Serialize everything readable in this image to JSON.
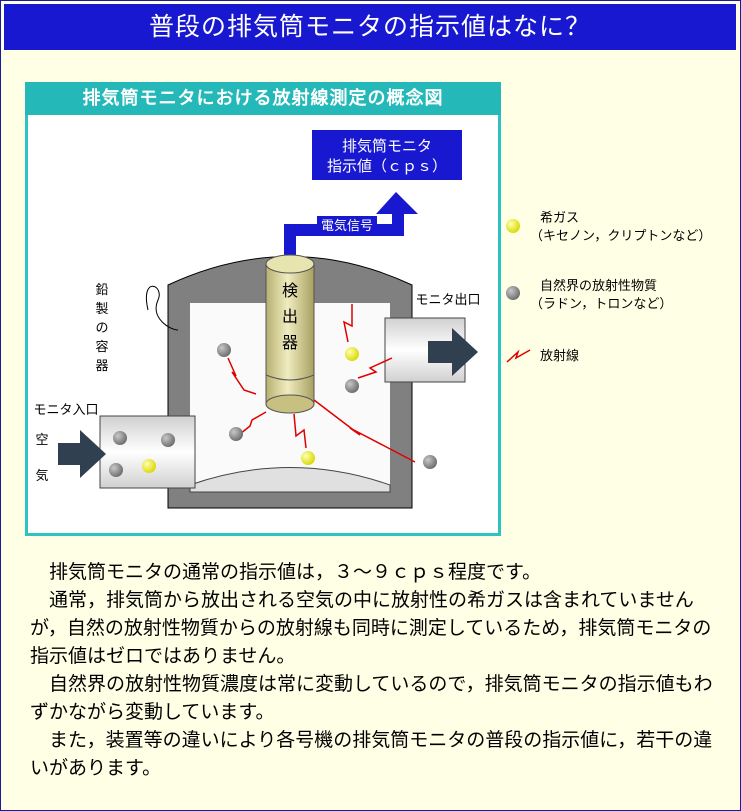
{
  "page": {
    "title": "普段の排気筒モニタの指示値はなに？"
  },
  "diagram": {
    "title": "排気筒モニタにおける放射線測定の概念図",
    "readout_line1": "排気筒モニタ",
    "readout_line2": "指示値（ｃｐｓ）",
    "signal_label": "電気信号",
    "detector_chars": [
      "検",
      "出",
      "器"
    ],
    "container_chars": [
      "鉛",
      "製",
      "の",
      "容",
      "器"
    ],
    "inlet_label": "モニタ入口",
    "air_chars": [
      "空",
      "気"
    ],
    "outlet_label": "モニタ出口",
    "colors": {
      "title_bar": "#1818d0",
      "diagram_title": "#24b8b8",
      "noble_gas": "#e8e800",
      "natural": "#808080",
      "radiation": "#e00000"
    }
  },
  "legend": {
    "noble_gas_label": "希ガス",
    "noble_gas_examples": "（キセノン，クリプトンなど）",
    "natural_label": "自然界の放射性物質",
    "natural_examples": "（ラドン，トロンなど）",
    "radiation_label": "放射線"
  },
  "text": {
    "p1": "排気筒モニタの通常の指示値は，３～９ｃｐｓ程度です。",
    "p2": "通常，排気筒から放出される空気の中に放射性の希ガスは含まれていませんが，自然の放射性物質からの放射線も同時に測定しているため，排気筒モニタの指示値はゼロではありません。",
    "p3": "自然界の放射性物質濃度は常に変動しているので，排気筒モニタの指示値もわずかながら変動しています。",
    "p4": "また，装置等の違いにより各号機の排気筒モニタの普段の指示値に，若干の違いがあります。"
  }
}
